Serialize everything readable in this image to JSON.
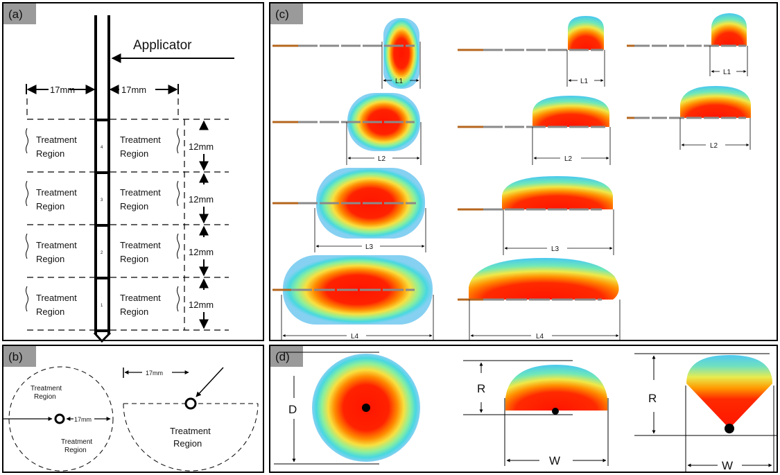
{
  "panels": {
    "a": {
      "tag": "(a)",
      "applicator": "Applicator",
      "width_left": "17mm",
      "width_right": "17mm",
      "region_line1": "Treatment",
      "region_line2": "Region",
      "spacing": [
        "12mm",
        "12mm",
        "12mm",
        "12mm"
      ],
      "segment_numbers": [
        "4",
        "3",
        "2",
        "1"
      ]
    },
    "b": {
      "tag": "(b)",
      "region_line1": "Treatment",
      "region_line2": "Region",
      "radius_left": "17mm",
      "radius_right": "17mm"
    },
    "c": {
      "tag": "(c)",
      "length_labels": [
        "L1",
        "L2",
        "L3",
        "L4"
      ]
    },
    "d": {
      "tag": "(d)",
      "diameter": "D",
      "radius": "R",
      "width": "W"
    }
  },
  "colors": {
    "hot": "#ff1500",
    "warm": "#ffb000",
    "mild": "#d8f050",
    "cool": "#50e0c0",
    "cold": "#3cc8e8",
    "tag_bg": "#9a9a9a",
    "copper": "#b5651d",
    "probe": "#8a8a8a"
  }
}
